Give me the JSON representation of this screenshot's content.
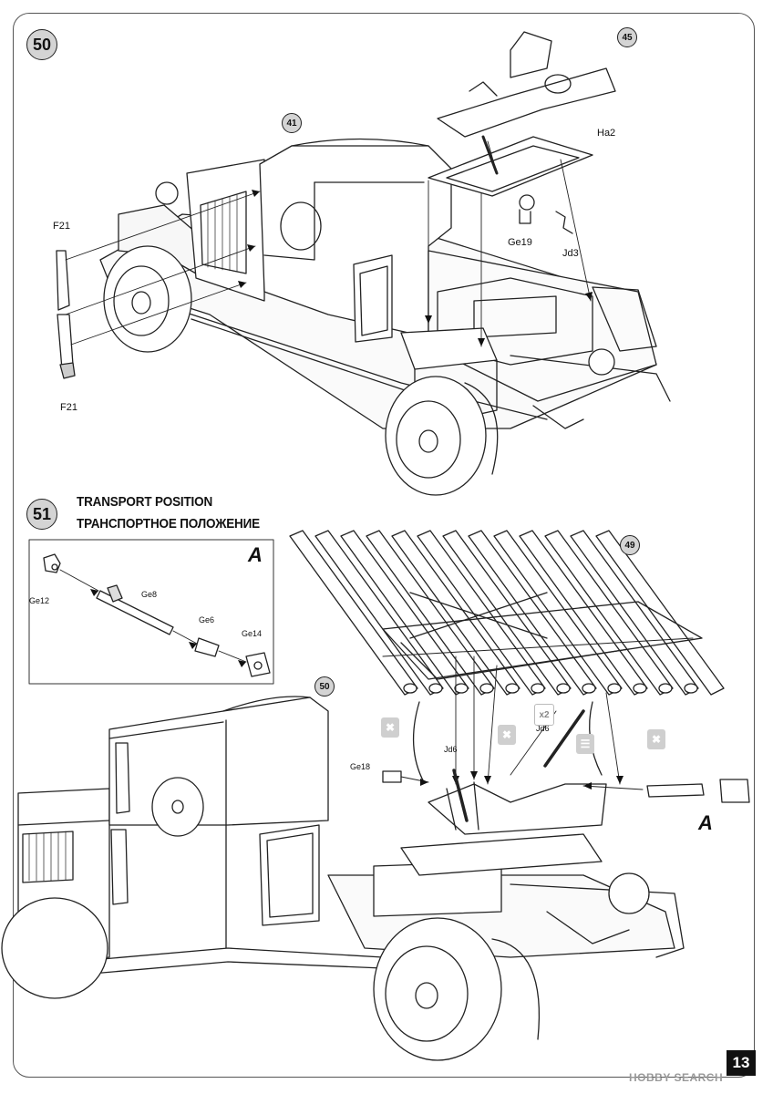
{
  "page": {
    "number": "13"
  },
  "watermark": "HOBBY SEARCH",
  "step50": {
    "number": "50",
    "callouts": {
      "cab": "41",
      "frame_part": "45"
    },
    "labels": {
      "ha2": "Ha2",
      "ge19": "Ge19",
      "jd3": "Jd3",
      "f21_top": "F21",
      "f21_bottom": "F21"
    }
  },
  "step51": {
    "number": "51",
    "heading_en": "TRANSPORT POSITION",
    "heading_ru": "ТРАНСПОРТНОЕ ПОЛОЖЕНИЕ",
    "callouts": {
      "launcher": "49",
      "truck": "50"
    },
    "labels": {
      "ge18": "Ge18",
      "jd6_left": "Jd6",
      "jd6_right": "Jd6",
      "x2": "x2"
    },
    "detail": {
      "letter": "A",
      "labels": {
        "ge12": "Ge12",
        "ge8": "Ge8",
        "ge6": "Ge6",
        "ge14": "Ge14"
      }
    },
    "detail_ref_letter": "A"
  }
}
